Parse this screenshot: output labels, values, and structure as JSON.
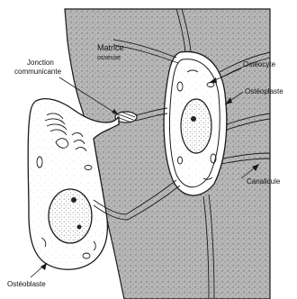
{
  "labels": {
    "matrix_line1": "Matrice",
    "matrix_line2": "osseuse",
    "gap_junction_line1": "Jonction",
    "gap_junction_line2": "communicante",
    "osteocyte": "Ostéocyte",
    "osteoplast": "Ostéoplaste",
    "canaliculus": "Canalicule",
    "osteoblast": "Ostéoblaste"
  },
  "colors": {
    "matrix_fill": "#b9b9b9",
    "ink": "#1a1a1a",
    "background": "#ffffff"
  }
}
